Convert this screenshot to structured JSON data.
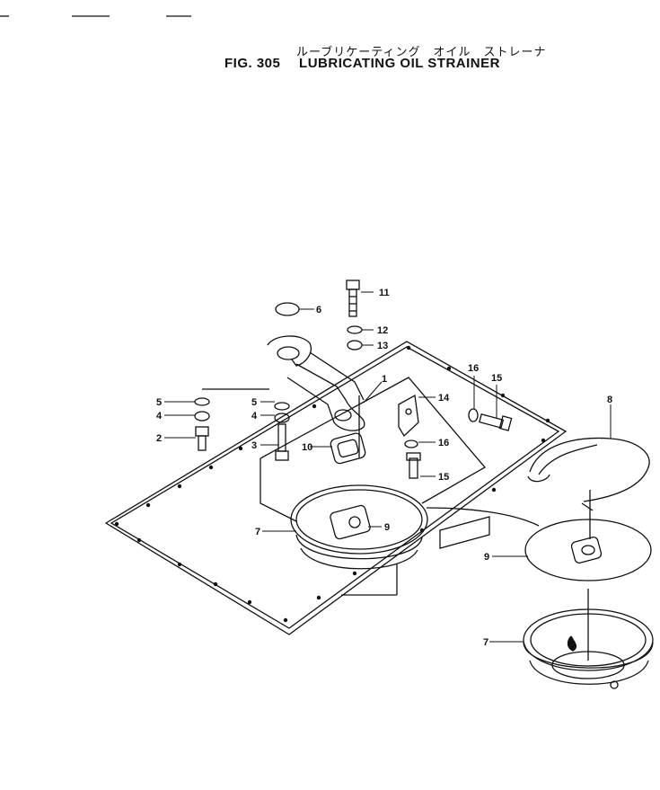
{
  "header": {
    "title_kana": "ルーブリケーティング　オイル　ストレーナ",
    "fig_number": "FIG. 305",
    "title": "LUBRICATING OIL STRAINER"
  },
  "part_numbers": [
    "1",
    "2",
    "3",
    "4",
    "5",
    "6",
    "7",
    "8",
    "9",
    "10",
    "11",
    "12",
    "13",
    "14",
    "15",
    "16"
  ]
}
